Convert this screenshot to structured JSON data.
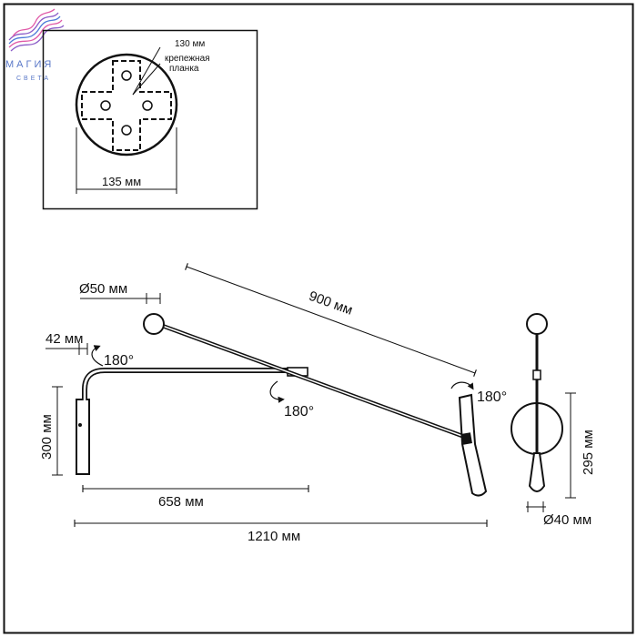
{
  "brand": {
    "name": "МАГИЯ",
    "subtitle": "СВЕТА",
    "colors": [
      "#8b5cc8",
      "#4f7bd8",
      "#e05aa8"
    ],
    "logo_icon": "wave-logo-icon"
  },
  "inset": {
    "screw_spacing": "130 мм",
    "plate_label_line1": "крепежная",
    "plate_label_line2": "планка",
    "canopy_diameter": "135 мм"
  },
  "side_view": {
    "arm_length": "900 мм",
    "ball_diameter": "Ø50 мм",
    "tube_diameter": "42 мм",
    "rotation_top": "180°",
    "rotation_middle": "180°",
    "rotation_head": "180°",
    "backplate_height": "300 мм",
    "horizontal_reach": "658 мм",
    "total_reach": "1210 мм"
  },
  "front_view": {
    "height": "295 мм",
    "diameter": "Ø40 мм"
  },
  "colors": {
    "line": "#111111",
    "background": "#ffffff"
  }
}
